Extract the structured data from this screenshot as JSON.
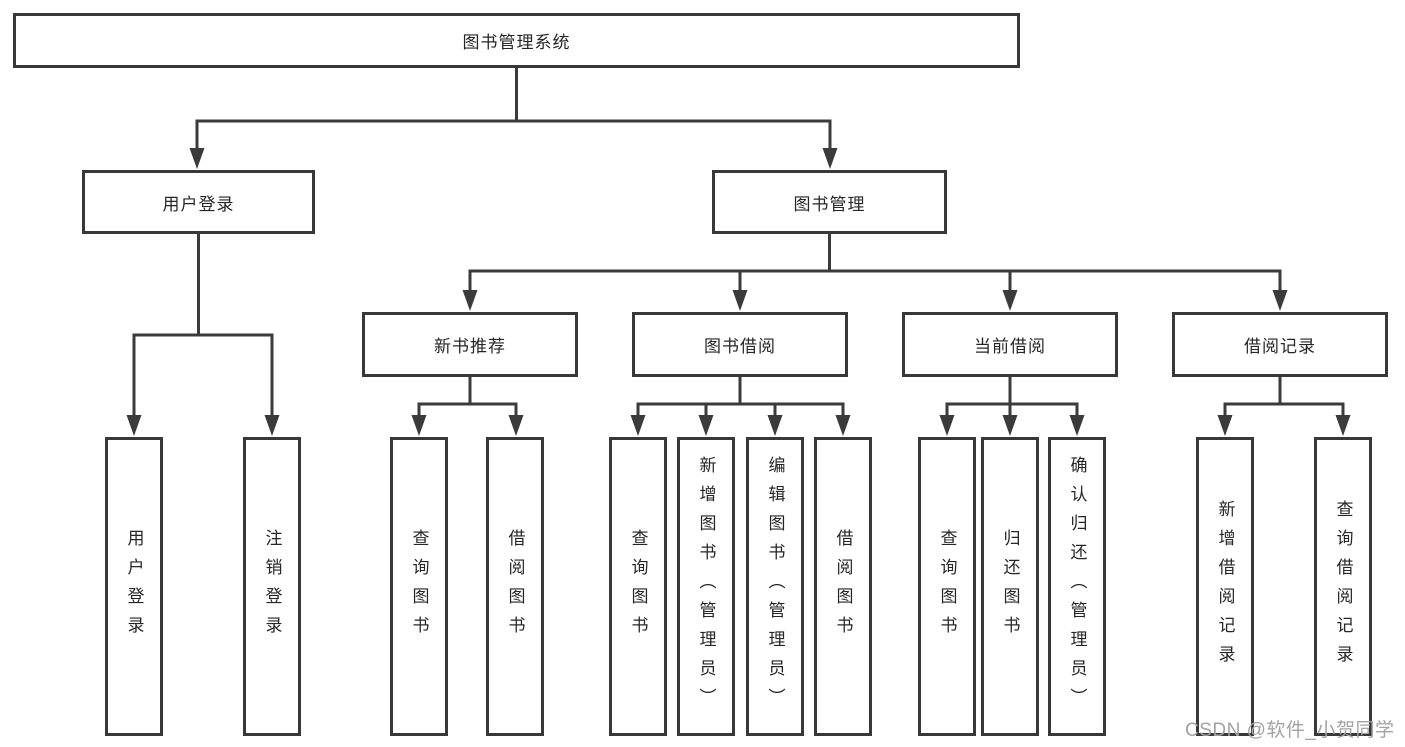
{
  "diagram": {
    "root": {
      "label": "图书管理系统"
    },
    "level2": [
      {
        "label": "用户登录",
        "children": [
          {
            "label": "用户登录"
          },
          {
            "label": "注销登录"
          }
        ]
      },
      {
        "label": "图书管理",
        "children": [
          {
            "label": "新书推荐",
            "children": [
              {
                "label": "查询图书"
              },
              {
                "label": "借阅图书"
              }
            ]
          },
          {
            "label": "图书借阅",
            "children": [
              {
                "label": "查询图书"
              },
              {
                "label": "新增图书（管理员）"
              },
              {
                "label": "编辑图书（管理员）"
              },
              {
                "label": "借阅图书"
              }
            ]
          },
          {
            "label": "当前借阅",
            "children": [
              {
                "label": "查询图书"
              },
              {
                "label": "归还图书"
              },
              {
                "label": "确认归还（管理员）"
              }
            ]
          },
          {
            "label": "借阅记录",
            "children": [
              {
                "label": "新增借阅记录"
              },
              {
                "label": "查询借阅记录"
              }
            ]
          }
        ]
      }
    ]
  },
  "watermark": {
    "text": "CSDN @软件_小贺同学"
  },
  "colors": {
    "background": "#ffffff",
    "line": "#3b3b3b",
    "box_border": "#383838",
    "text": "#262626",
    "watermark": "#a3a3a3"
  }
}
